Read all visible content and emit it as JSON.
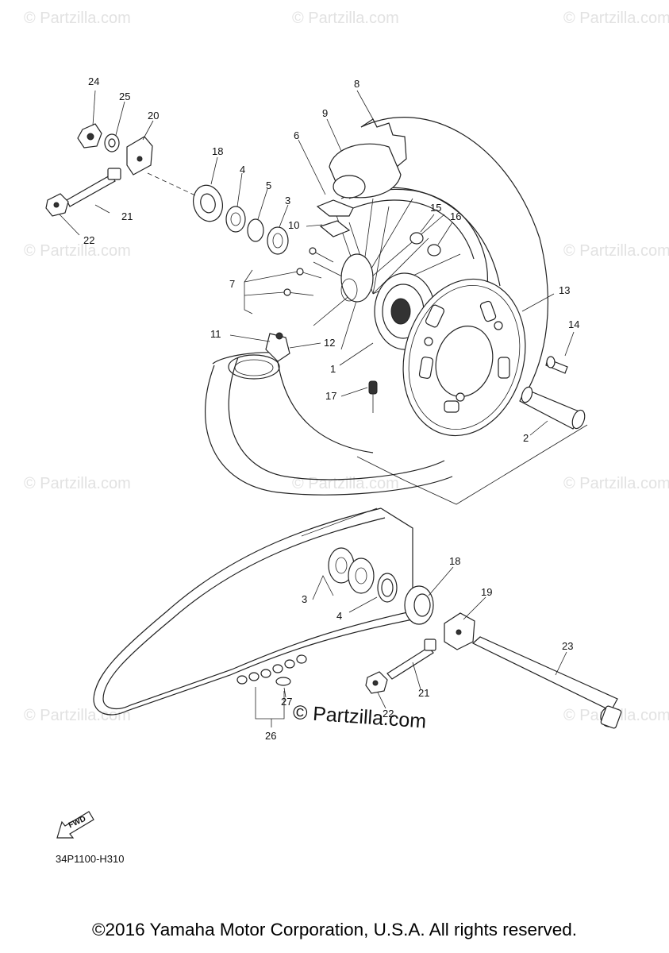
{
  "watermark": "© Partzilla.com",
  "brand_stamp": "© Partzilla.com",
  "fwd_label": "FWD",
  "diagram_code": "34P1100-H310",
  "copyright": "©2016 Yamaha Motor Corporation, U.S.A. All rights reserved.",
  "callouts": {
    "c1": "1",
    "c2": "2",
    "c3a": "3",
    "c3b": "3",
    "c4a": "4",
    "c4b": "4",
    "c5": "5",
    "c6": "6",
    "c7": "7",
    "c8": "8",
    "c9": "9",
    "c10": "10",
    "c11": "11",
    "c12": "12",
    "c13": "13",
    "c14": "14",
    "c15": "15",
    "c16": "16",
    "c17": "17",
    "c18a": "18",
    "c18b": "18",
    "c19": "19",
    "c20": "20",
    "c21a": "21",
    "c21b": "21",
    "c22a": "22",
    "c22b": "22",
    "c23": "23",
    "c24": "24",
    "c25": "25",
    "c26": "26",
    "c27": "27"
  }
}
